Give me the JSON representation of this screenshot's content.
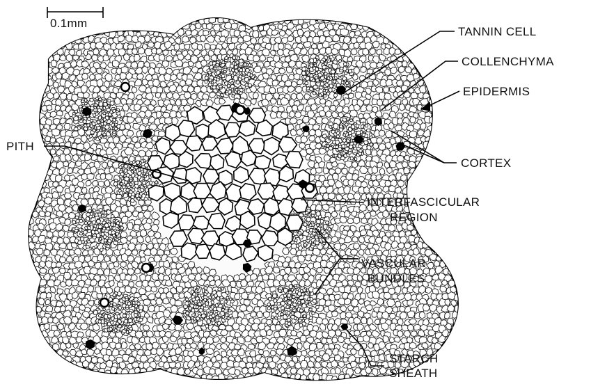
{
  "scale_bar": {
    "label": "0.1mm"
  },
  "labels": {
    "tannin_cell": "TANNIN CELL",
    "collenchyma": "COLLENCHYMA",
    "epidermis": "EPIDERMIS",
    "pith": "PITH",
    "cortex": "CORTEX",
    "interfascicular_1": "INTERFASCICULAR",
    "interfascicular_2": "REGION",
    "vascular_1": "VASCULAR",
    "vascular_2": "BUNDLES",
    "starch_1": "STARCH",
    "starch_2": "SHEATH"
  }
}
